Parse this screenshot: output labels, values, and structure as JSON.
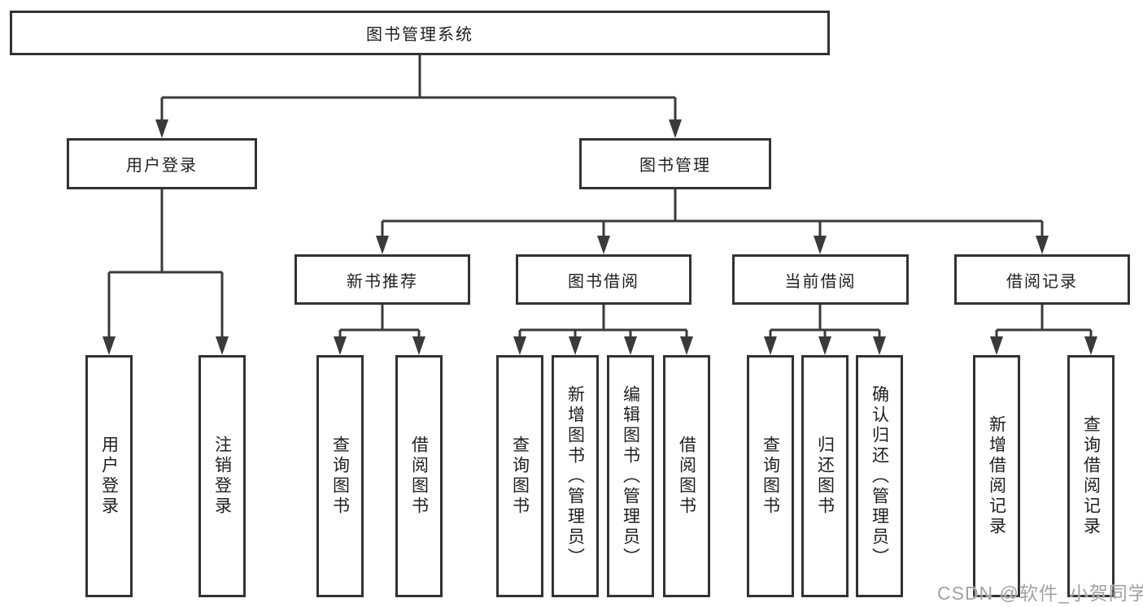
{
  "tree": {
    "root": "图书管理系统",
    "branches": [
      {
        "label": "用户登录",
        "children": [
          "用户登录",
          "注销登录"
        ]
      },
      {
        "label": "图书管理",
        "children": [
          {
            "label": "新书推荐",
            "children": [
              "查询图书",
              "借阅图书"
            ]
          },
          {
            "label": "图书借阅",
            "children": [
              "查询图书",
              "新增图书（管理员）",
              "编辑图书（管理员）",
              "借阅图书"
            ]
          },
          {
            "label": "当前借阅",
            "children": [
              "查询图书",
              "归还图书",
              "确认归还（管理员）"
            ]
          },
          {
            "label": "借阅记录",
            "children": [
              "新增借阅记录",
              "查询借阅记录"
            ]
          }
        ]
      }
    ]
  },
  "watermark": {
    "text": "CSDN @软件_小贺同学"
  },
  "colors": {
    "line": "#3a3a3a",
    "box_border": "#333333",
    "text": "#1f1f1f",
    "watermark": "#a2a2a2",
    "background": "#ffffff"
  }
}
